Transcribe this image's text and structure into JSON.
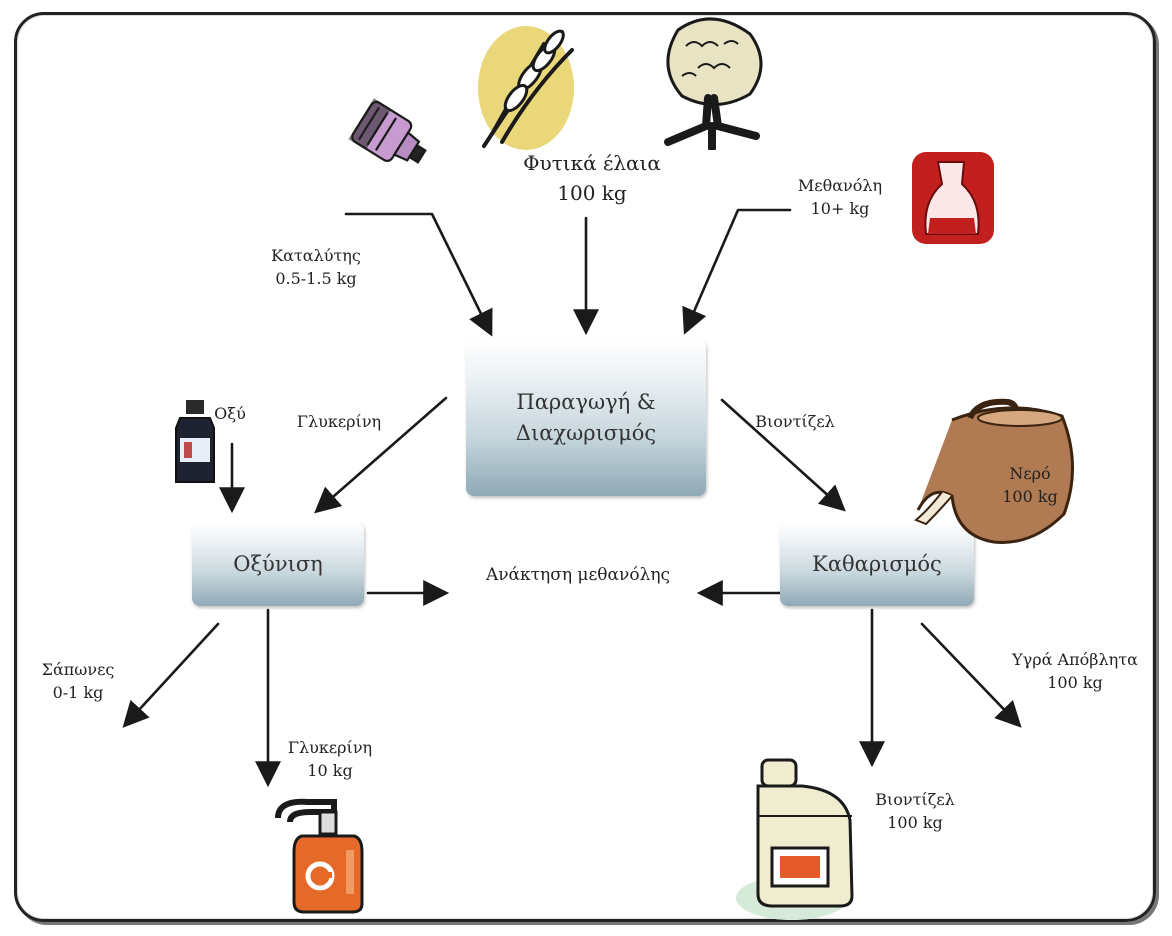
{
  "process": {
    "production": {
      "line1": "Παραγωγή &",
      "line2": "Διαχωρισμός"
    },
    "acidification": "Οξύνιση",
    "purification": "Καθαρισμός"
  },
  "inputs": {
    "vegetable_oils": {
      "name": "Φυτικά έλαια",
      "amount": "100 kg"
    },
    "catalyst": {
      "name": "Καταλύτης",
      "amount": "0.5-1.5 kg"
    },
    "methanol": {
      "name": "Μεθανόλη",
      "amount": "10+ kg"
    },
    "acid": {
      "name": "Οξύ"
    },
    "water": {
      "name": "Νερό",
      "amount": "100 kg"
    }
  },
  "flows": {
    "glycerin_flow": "Γλυκερίνη",
    "biodiesel_flow": "Βιοντίζελ",
    "methanol_recovery": "Ανάκτηση μεθανόλης"
  },
  "outputs": {
    "soaps": {
      "name": "Σάπωνες",
      "amount": "0-1 kg"
    },
    "glycerin": {
      "name": "Γλυκερίνη",
      "amount": "10 kg"
    },
    "biodiesel": {
      "name": "Βιοντίζελ",
      "amount": "100 kg"
    },
    "liquid_waste": {
      "name": "Υγρά Απόβλητα",
      "amount": "100 kg"
    }
  },
  "icons": [
    "catalyst-bottle-icon",
    "wheat-icon",
    "tree-icon",
    "methanol-bottle-icon",
    "acid-bottle-icon",
    "water-jug-icon",
    "glycerin-bottle-icon",
    "biodiesel-jug-icon"
  ],
  "colors": {
    "box_top": "#eef3f6",
    "box_bottom": "#8fa9b5",
    "arrow": "#1a1a1a",
    "methanol_red": "#c21f1f",
    "catalyst_purple": "#b98bc4",
    "jug_brown": "#b07a52",
    "wheat_yellow": "#ead77a",
    "glycerin_orange": "#e56a2a"
  }
}
